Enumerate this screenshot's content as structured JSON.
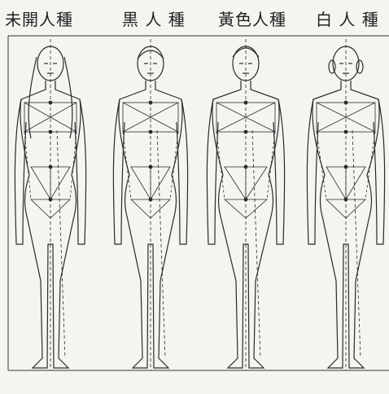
{
  "captions": [
    "未開人種",
    "黒 人 種",
    "黃色人種",
    "白 人 種"
  ],
  "figures": [
    "primitive-race-figure",
    "black-race-figure",
    "yellow-race-figure",
    "white-race-figure"
  ],
  "colors": {
    "ink": "#2a2a2a",
    "paper": "#f4f4f1"
  }
}
